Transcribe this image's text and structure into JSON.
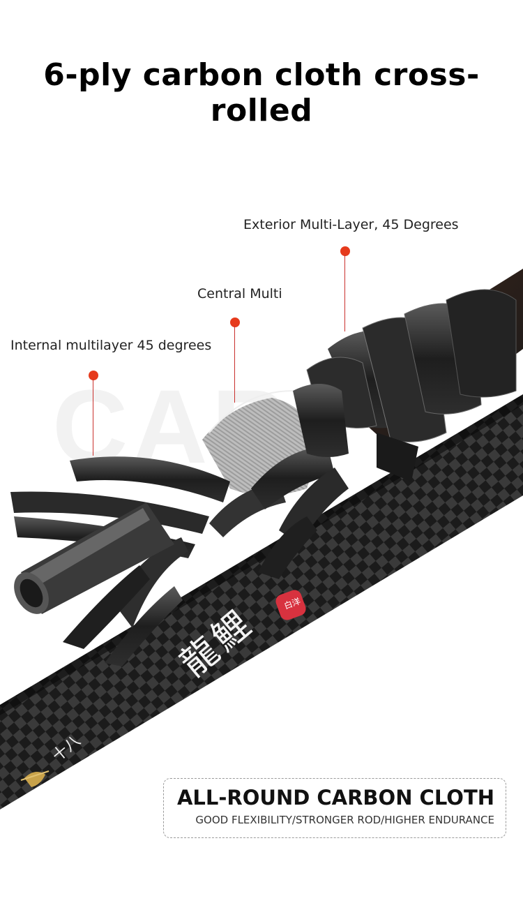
{
  "title": "6-ply carbon cloth cross-rolled",
  "watermark_text": "CAR",
  "callouts": {
    "exterior": "Exterior Multi-Layer, 45 Degrees",
    "central": "Central Multi",
    "internal": "Internal multilayer 45 degrees"
  },
  "rod_stamp": {
    "seal": "白洋",
    "calligraphy": "龍鯉",
    "small_text": "十八"
  },
  "badge": {
    "title": "ALL-ROUND CARBON CLOTH",
    "subtitle": "GOOD FLEXIBILITY/STRONGER ROD/HIGHER ENDURANCE"
  },
  "colors": {
    "callout_dot": "#e63a1c",
    "rod_dark": "#1a1a1a",
    "seal_red": "#d8323f"
  }
}
